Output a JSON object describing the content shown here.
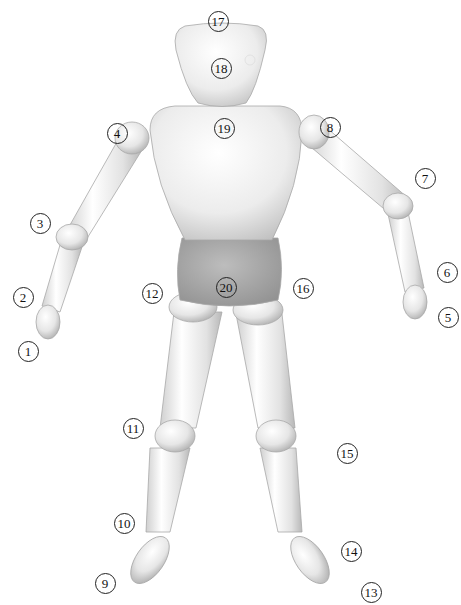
{
  "diagram": {
    "labels": [
      "17",
      "18",
      "19",
      "4",
      "8",
      "7",
      "3",
      "6",
      "5",
      "2",
      "12",
      "20",
      "16",
      "1",
      "11",
      "15",
      "10",
      "14",
      "9",
      "13"
    ]
  }
}
